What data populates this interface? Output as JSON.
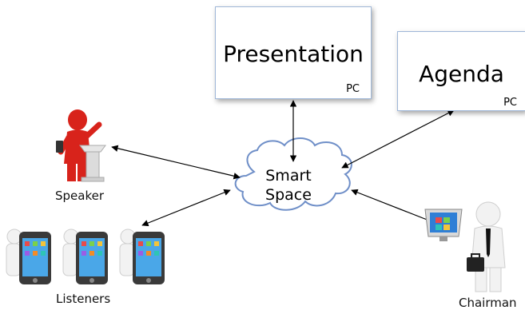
{
  "nodes": {
    "presentation": {
      "title": "Presentation",
      "tag": "PC"
    },
    "agenda": {
      "title": "Agenda",
      "tag": "PC"
    },
    "cloud": {
      "line1": "Smart",
      "line2": "Space"
    },
    "speaker": {
      "label": "Speaker"
    },
    "listeners": {
      "label": "Listeners"
    },
    "chairman": {
      "label": "Chairman"
    }
  },
  "colors": {
    "box_border": "#9fb7d8",
    "cloud_border": "#6f8fc8",
    "figure_red": "#d8231b",
    "figure_white": "#f2f2f2",
    "phone_body": "#3a3a3a",
    "arrow": "#000000"
  },
  "icons": [
    "speaker-figure-icon",
    "listener-phone-icon",
    "chairman-figure-icon",
    "computer-monitor-icon"
  ]
}
